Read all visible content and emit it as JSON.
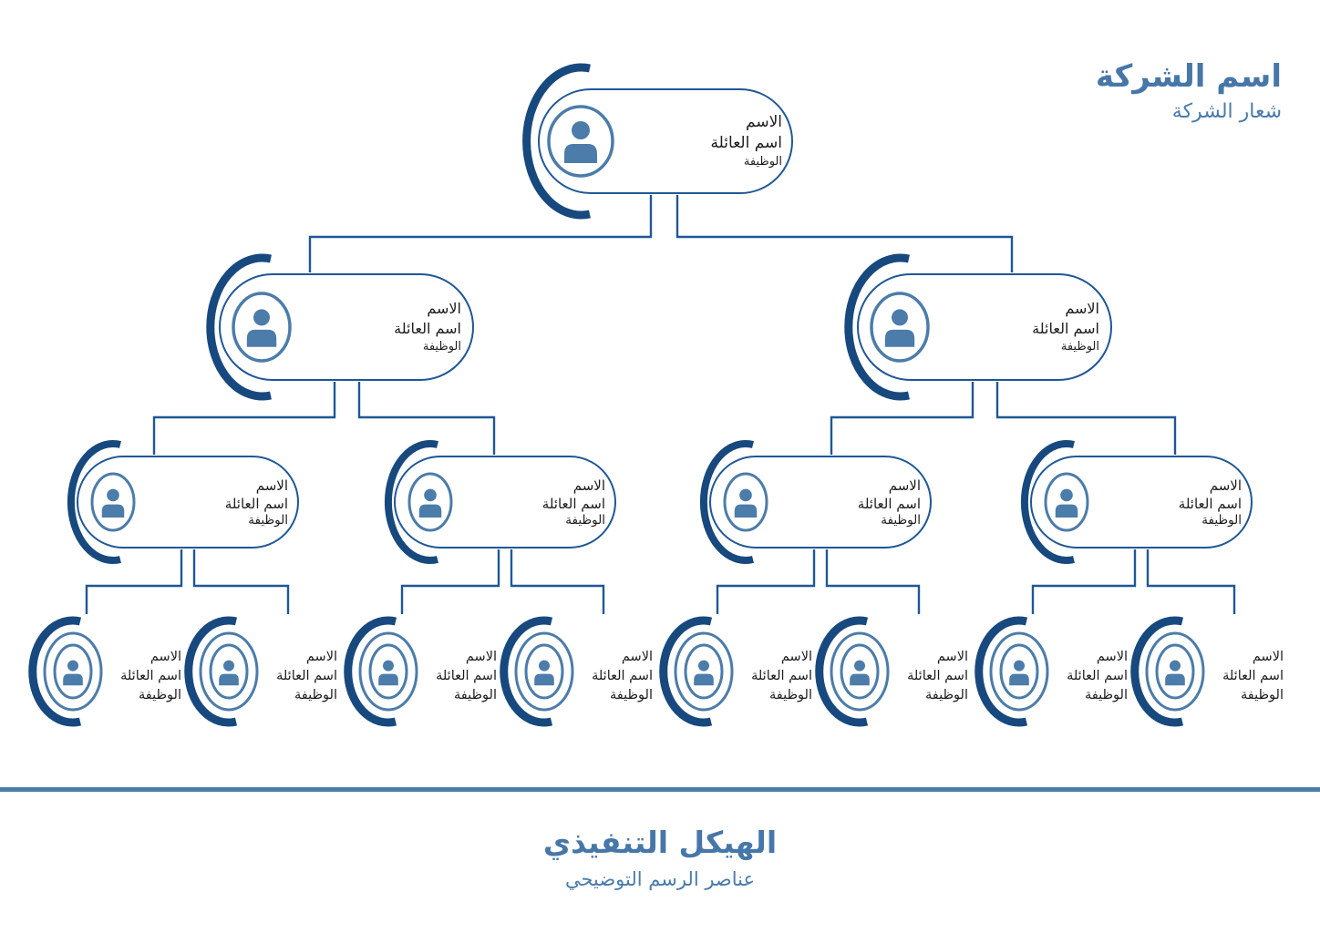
{
  "header": {
    "company_name": "اسم الشركة",
    "company_tagline": "شعار الشركة"
  },
  "footer": {
    "heading": "الهيكل التنفيذي",
    "subheading": "عناصر الرسم التوضيحي"
  },
  "node_labels": {
    "name": "الاسم",
    "family_name": "اسم العائلة",
    "job_title": "الوظيفة"
  },
  "org_tree": {
    "type": "org-chart",
    "levels": [
      {
        "level": 1,
        "node_count": 1
      },
      {
        "level": 2,
        "node_count": 2
      },
      {
        "level": 3,
        "node_count": 4
      },
      {
        "level": 4,
        "node_count": 8
      }
    ],
    "every_node_labels": [
      "الاسم",
      "اسم العائلة",
      "الوظيفة"
    ]
  },
  "colors": {
    "connector_blue": "#1F5795",
    "arc_navy": "#17497E",
    "steel_blue": "#4C7CA9",
    "title_blue": "#4677A8",
    "label_text": "#1C1C1C",
    "background": "#FFFFFF"
  }
}
